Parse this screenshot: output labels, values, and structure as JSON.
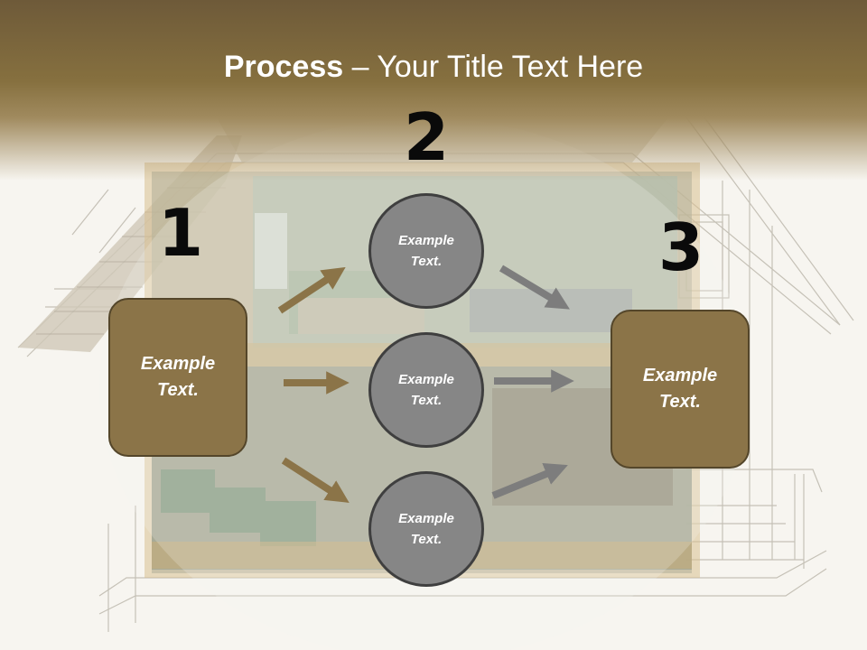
{
  "title": {
    "bold": "Process",
    "rest": " – Your Title Text Here"
  },
  "numbers": {
    "n1": "1",
    "n2": "2",
    "n3": "3"
  },
  "boxes": {
    "left": "Example Text.",
    "right": "Example Text."
  },
  "circles": {
    "top": "Example Text.",
    "middle": "Example Text.",
    "bottom": "Example Text."
  },
  "colors": {
    "header": "#7a6640",
    "box": "#8b7448",
    "box_border": "#54462a",
    "circle": "#868686",
    "circle_border": "#3f3f3f",
    "arrow_brown": "#8b7448",
    "arrow_gray": "#7d7d7d"
  }
}
